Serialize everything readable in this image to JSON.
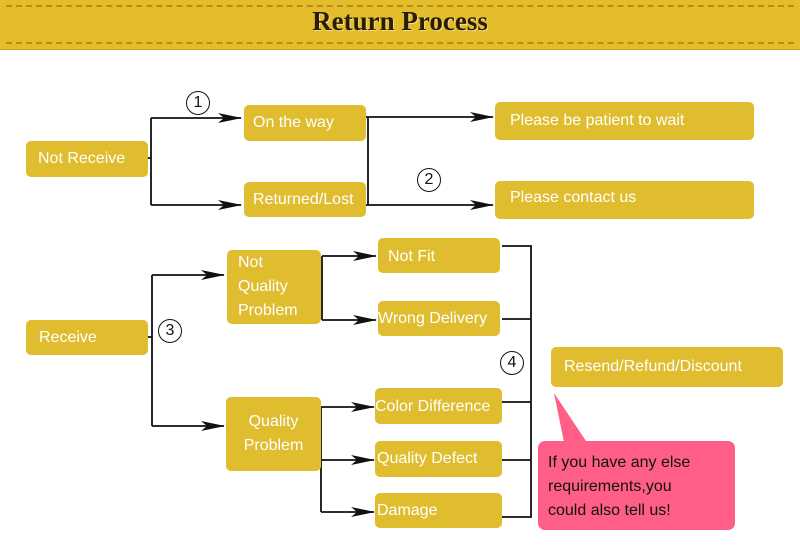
{
  "header": {
    "title": "Return Process"
  },
  "nodes": {
    "not_receive": "Not Receive",
    "on_the_way": "On the way",
    "returned_lost": "Returned/Lost",
    "patient": "Please be patient to wait",
    "contact": "Please contact us",
    "receive": "Receive",
    "not_quality_problem": [
      "Not",
      "Quality",
      "Problem"
    ],
    "quality_problem": [
      "Quality",
      "Problem"
    ],
    "not_fit": "Not Fit",
    "wrong_delivery": "Wrong Delivery",
    "color_difference": "Color Difference",
    "quality_defect": "Quality Defect",
    "damage": "Damage",
    "resend": "Resend/Refund/Discount"
  },
  "steps": {
    "one": "1",
    "two": "2",
    "three": "3",
    "four": "4"
  },
  "note": {
    "lines": [
      "If you have any else",
      "requirements,you",
      "could also tell us!"
    ]
  },
  "colors": {
    "box": "#dfbd2f",
    "banner": "#e3bd2c",
    "note": "#ff5f86",
    "line": "#111111"
  }
}
